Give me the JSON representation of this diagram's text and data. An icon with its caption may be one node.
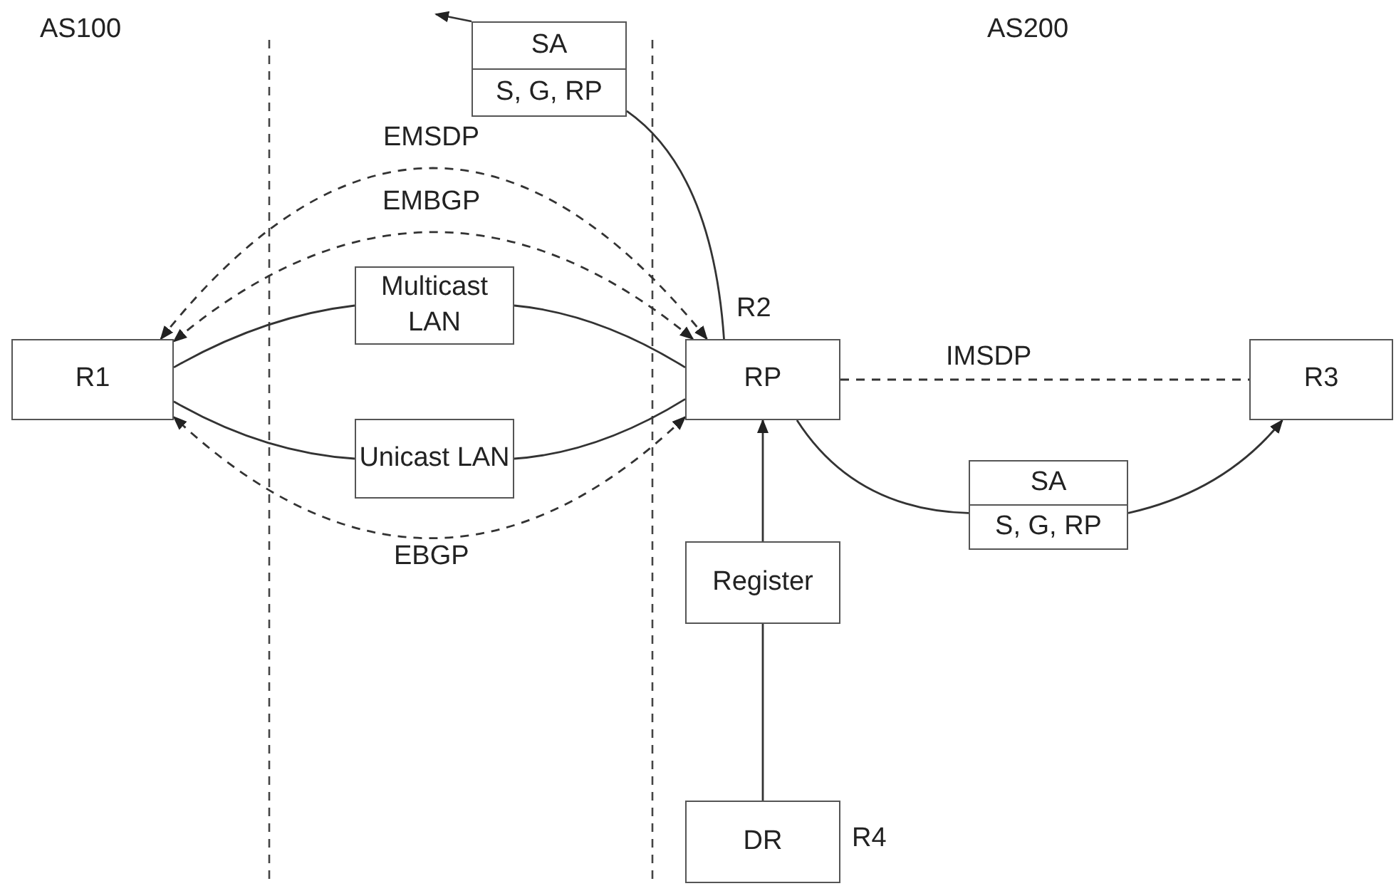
{
  "diagram": {
    "nodes": [
      {
        "text": [
          "R1"
        ]
      },
      {
        "text": [
          "Multicast LAN"
        ]
      },
      {
        "text": [
          "Unicast LAN"
        ]
      },
      {
        "text": [
          "RP"
        ],
        "beside": [
          "R2"
        ]
      },
      {
        "text": [
          "R3"
        ]
      },
      {
        "text": [
          "SA",
          "S, G, RP"
        ]
      },
      {
        "text": [
          "SA",
          "S, G, RP"
        ]
      },
      {
        "text": [
          "Register"
        ]
      },
      {
        "text": [
          "DR"
        ],
        "beside": [
          "R4"
        ]
      }
    ],
    "edges": [
      {
        "from": 0,
        "to": 1,
        "arrow": "none"
      },
      {
        "from": 1,
        "to": 3,
        "arrow": "none"
      },
      {
        "from": 0,
        "to": 2,
        "arrow": "none"
      },
      {
        "from": 2,
        "to": 3,
        "arrow": "none"
      },
      {
        "from": 3,
        "to": 0,
        "arrow": "both",
        "label": "EMSDP",
        "style": "dashed"
      },
      {
        "from": 3,
        "to": 0,
        "arrow": "both",
        "label": "EMBGP",
        "style": "dashed"
      },
      {
        "from": 3,
        "to": 0,
        "arrow": "both",
        "label": "EBGP",
        "style": "dashed"
      },
      {
        "from": 3,
        "to": 4,
        "arrow": "none",
        "label": "IMSDP",
        "style": "dashed"
      },
      {
        "from": 3,
        "to": 6,
        "arrow": "none"
      },
      {
        "from": 6,
        "to": 4,
        "arrow": "to"
      },
      {
        "from": 3,
        "to": 5,
        "arrow": "none"
      },
      {
        "from": 5,
        "to": null,
        "arrow": "to"
      },
      {
        "from": 7,
        "to": 3,
        "arrow": "to"
      },
      {
        "from": 8,
        "to": 7,
        "arrow": "none"
      }
    ],
    "labels": [
      "AS100",
      "AS200"
    ]
  }
}
